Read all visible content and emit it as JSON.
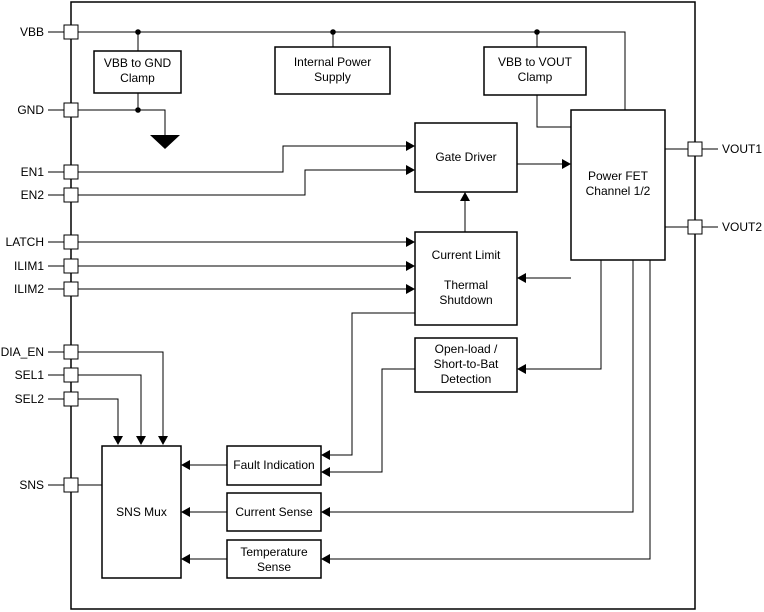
{
  "pins": {
    "vbb": "VBB",
    "gnd": "GND",
    "en1": "EN1",
    "en2": "EN2",
    "latch": "LATCH",
    "ilim1": "ILIM1",
    "ilim2": "ILIM2",
    "dia_en": "DIA_EN",
    "sel1": "SEL1",
    "sel2": "SEL2",
    "sns": "SNS",
    "vout1": "VOUT1",
    "vout2": "VOUT2"
  },
  "blocks": {
    "vbb_gnd_clamp": [
      "VBB to GND",
      "Clamp"
    ],
    "internal_power_supply": [
      "Internal Power",
      "Supply"
    ],
    "vbb_vout_clamp": [
      "VBB to VOUT",
      "Clamp"
    ],
    "gate_driver": "Gate Driver",
    "power_fet": [
      "Power FET",
      "Channel 1/2"
    ],
    "current_limit": "Current Limit",
    "thermal_shutdown": [
      "Thermal",
      "Shutdown"
    ],
    "openload_detection": [
      "Open-load /",
      "Short-to-Bat",
      "Detection"
    ],
    "fault_indication": "Fault Indication",
    "current_sense": "Current Sense",
    "temperature_sense": [
      "Temperature",
      "Sense"
    ],
    "sns_mux": "SNS Mux"
  }
}
